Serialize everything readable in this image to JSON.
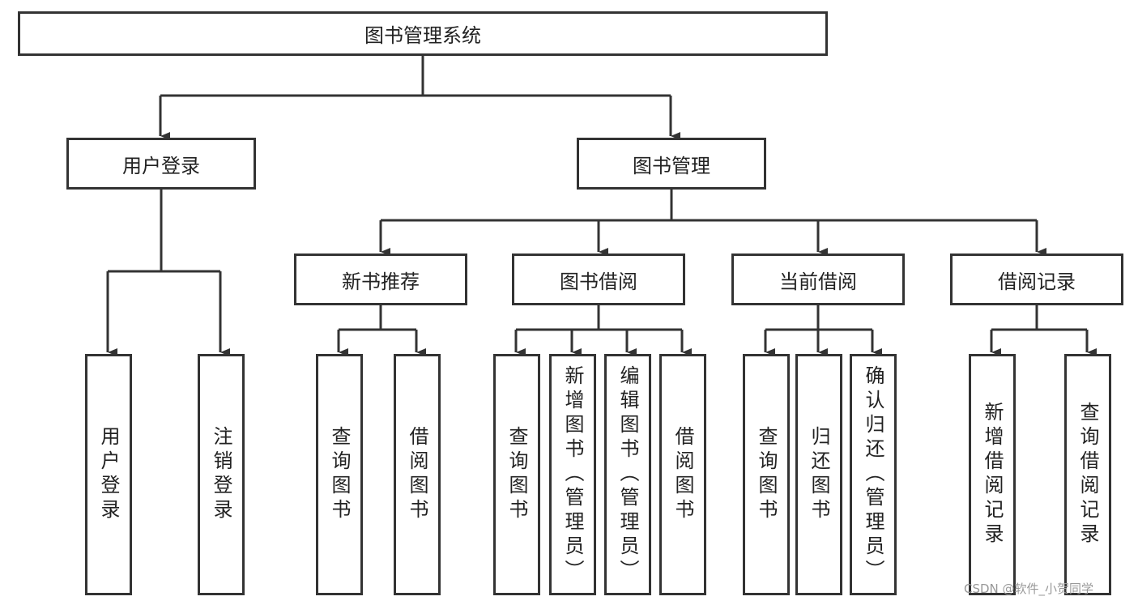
{
  "root": {
    "label": "图书管理系统"
  },
  "modules": [
    {
      "label": "用户登录",
      "children": [
        "用户登录",
        "注销登录"
      ]
    },
    {
      "label": "图书管理",
      "children": []
    }
  ],
  "book_management": [
    {
      "label": "新书推荐",
      "children": [
        "查询图书",
        "借阅图书"
      ]
    },
    {
      "label": "图书借阅",
      "children": [
        "查询图书",
        "新增图书（管理员）",
        "编辑图书（管理员）",
        "借阅图书"
      ]
    },
    {
      "label": "当前借阅",
      "children": [
        "查询图书",
        "归还图书",
        "确认归还（管理员）"
      ]
    },
    {
      "label": "借阅记录",
      "children": [
        "新增借阅记录",
        "查询借阅记录"
      ]
    }
  ],
  "watermark": "CSDN @软件_小贺同学",
  "colors": {
    "stroke": "#333333",
    "text": "#222222",
    "watermark": "#999999"
  }
}
